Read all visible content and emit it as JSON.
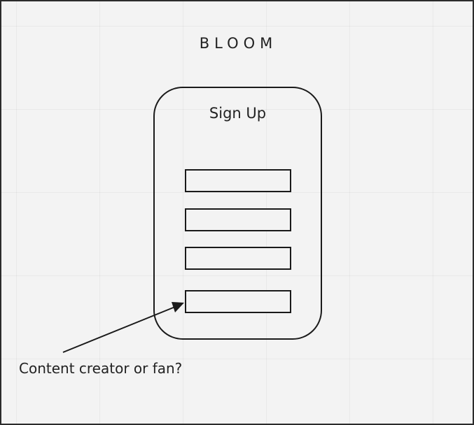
{
  "app": {
    "brand": "BLOOM"
  },
  "signup_screen": {
    "heading": "Sign Up",
    "fields": [
      {
        "value": ""
      },
      {
        "value": ""
      },
      {
        "value": ""
      },
      {
        "value": ""
      }
    ]
  },
  "annotations": {
    "role_note": "Content creator or fan?"
  },
  "colors": {
    "background": "#f3f3f3",
    "stroke": "#1a1a1a",
    "text": "#222222"
  }
}
